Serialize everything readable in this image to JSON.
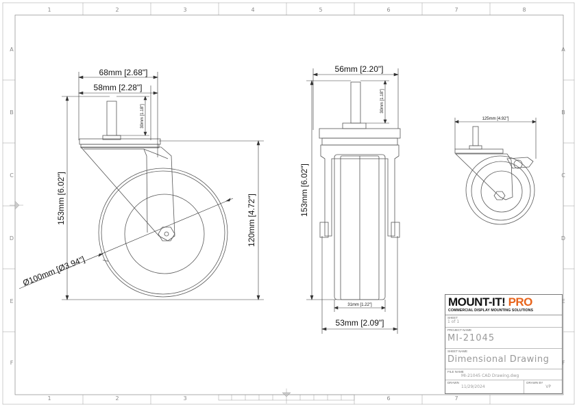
{
  "zones": {
    "columns": [
      "1",
      "2",
      "3",
      "4",
      "5",
      "6",
      "7",
      "8"
    ],
    "rows": [
      "A",
      "B",
      "C",
      "D",
      "E",
      "F"
    ]
  },
  "side_view": {
    "overall_width": "68mm [2.68\"]",
    "plate_width": "58mm [2.28\"]",
    "stem_height": "30mm [1.18\"]",
    "overall_height": "153mm [6.02\"]",
    "wheel_height": "120mm [4.72\"]",
    "wheel_diameter": "Ø100mm [Ø3.94\"]"
  },
  "front_view": {
    "plate_width": "56mm [2.20\"]",
    "stem_height": "30mm [1.18\"]",
    "overall_height": "153mm [6.02\"]",
    "wheel_width": "31mm [1.22\"]",
    "overall_width": "53mm [2.09\"]"
  },
  "iso_view": {
    "overall_width": "125mm [4.92\"]"
  },
  "title_block": {
    "logo_main": "MOUNT-IT!",
    "logo_accent": "PRO",
    "logo_tagline": "COMMERCIAL DISPLAY MOUNTING SOLUTIONS",
    "sheet_label": "SHEET",
    "sheet_value": "1 of 1",
    "project_label": "PROJECT NAME",
    "project_value": "MI-21045",
    "sheet_name_label": "SHEET NAME",
    "sheet_name_value": "Dimensional Drawing",
    "file_label": "FILE NAME",
    "file_value": "MI-21045 CAD Drawing.dwg",
    "drawn_label": "DRAWN",
    "drawn_value": "11/29/2024",
    "drawn_by_label": "DRAWN BY",
    "drawn_by_value": "VP",
    "logo_color": "#e8641b"
  }
}
